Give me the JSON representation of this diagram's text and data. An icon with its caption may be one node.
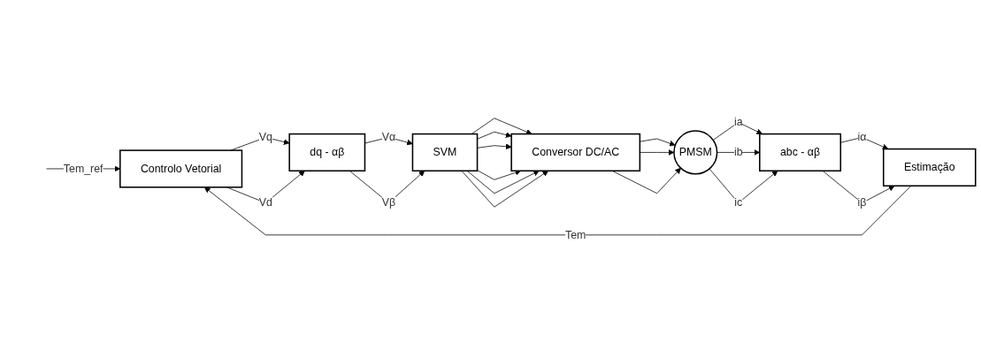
{
  "diagram": {
    "nodes": [
      {
        "text": [
          "Controlo Vetorial"
        ]
      },
      {
        "text": [
          "dq - αβ"
        ]
      },
      {
        "text": [
          "SVM"
        ]
      },
      {
        "text": [
          "Conversor DC/AC"
        ]
      },
      {
        "text": [
          "PMSM"
        ]
      },
      {
        "text": [
          "abc - αβ"
        ]
      },
      {
        "text": [
          "Estimação"
        ]
      }
    ],
    "edges": [
      {
        "from": null,
        "to": 0,
        "arrow": "to",
        "label": "Tem_ref"
      },
      {
        "from": 0,
        "to": 1,
        "arrow": "to",
        "label": "Vq"
      },
      {
        "from": 0,
        "to": 1,
        "arrow": "to",
        "label": "Vd"
      },
      {
        "from": 1,
        "to": 2,
        "arrow": "to",
        "label": "Vα"
      },
      {
        "from": 1,
        "to": 2,
        "arrow": "to",
        "label": "Vβ"
      },
      {
        "from": 2,
        "to": 3,
        "arrow": "to"
      },
      {
        "from": 2,
        "to": 3,
        "arrow": "to"
      },
      {
        "from": 2,
        "to": 3,
        "arrow": "to"
      },
      {
        "from": 2,
        "to": 3,
        "arrow": "to"
      },
      {
        "from": 2,
        "to": 3,
        "arrow": "to"
      },
      {
        "from": 2,
        "to": 3,
        "arrow": "to"
      },
      {
        "from": 3,
        "to": 4,
        "arrow": "to"
      },
      {
        "from": 3,
        "to": 4,
        "arrow": "to"
      },
      {
        "from": 3,
        "to": 4,
        "arrow": "to"
      },
      {
        "from": 4,
        "to": 5,
        "arrow": "to",
        "label": "ia"
      },
      {
        "from": 4,
        "to": 5,
        "arrow": "to",
        "label": "ib"
      },
      {
        "from": 4,
        "to": 5,
        "arrow": "to",
        "label": "ic"
      },
      {
        "from": 5,
        "to": 6,
        "arrow": "to",
        "label": "iα"
      },
      {
        "from": 5,
        "to": 6,
        "arrow": "to",
        "label": "iβ"
      },
      {
        "from": 6,
        "to": 0,
        "arrow": "to",
        "label": "Tem"
      }
    ]
  }
}
